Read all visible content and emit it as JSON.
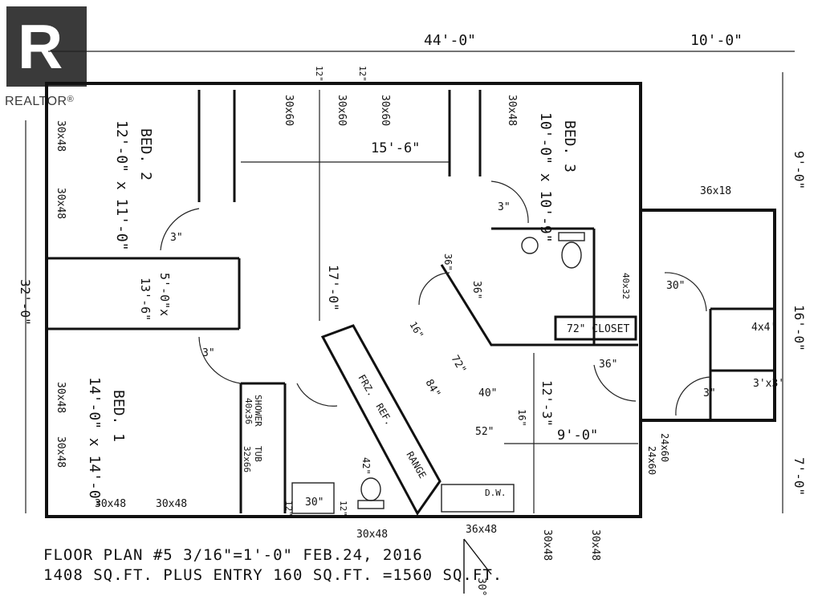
{
  "logo": {
    "text": "REALTOR",
    "mark": "R",
    "registered": "®"
  },
  "dims": {
    "top_width": "44'-0\"",
    "top_right_width": "10'-0\"",
    "right_seg1": "9'-0\"",
    "right_seg2": "16'-0\"",
    "right_seg3": "7'-0\"",
    "left_height": "32'-0\"",
    "hall_width": "15'-6\"",
    "hall_height": "17'-0\"",
    "kitchen_height": "12'-3\"",
    "kitchen_width": "9'-0\""
  },
  "rooms": {
    "bed2": {
      "name": "BED. 2",
      "size": "12'-0\" x 11'-0\""
    },
    "bed3": {
      "name": "BED. 3",
      "size": "10'-0\" x 10'-9\""
    },
    "bed1": {
      "name": "BED. 1",
      "size": "14'-0\" x 14'-0\""
    },
    "closet_a": "5'-0\"x",
    "closet_b": "13'-6\""
  },
  "windows": {
    "w_top1": "30x60",
    "w_top2": "30x60",
    "w_top3": "30x60",
    "w_top4": "30x48",
    "w_left1": "30x48",
    "w_left2": "30x48",
    "w_left3": "30x48",
    "w_left4": "30x48",
    "w_bot1": "30x48",
    "w_bot2": "30x48",
    "w_bot3": "30x48",
    "w_bot4": "36x48",
    "w_bot5": "30x48",
    "w_bot6": "30x48",
    "w_entry": "36x18",
    "w_door1": "24x60",
    "w_door2": "24x60",
    "t1": "12\"",
    "t2": "12\"",
    "t3": "12\"",
    "t4": "12\""
  },
  "doors": {
    "d1": "3\"",
    "d2": "3\"",
    "d3": "3\"",
    "d4": "36\"",
    "d5": "30\"",
    "d6": "3\"",
    "d7": "36\"",
    "d8": "30\""
  },
  "fixtures": {
    "shower": "SHOWER",
    "shower_size": "40x36",
    "tub": "TUB",
    "tub_size": "32x66",
    "stall": "40x32",
    "closet72": "72\" CLOSET",
    "c44": "4x4'",
    "c33": "3'x3'",
    "frz": "FRZ.",
    "ref": "REF.",
    "range": "RANGE",
    "dw": "D.W.",
    "dim72": "72\"",
    "dim84": "84\"",
    "dim40": "40\"",
    "dim52": "52\"",
    "dim16a": "16\"",
    "dim16b": "16\"",
    "dim42": "42\"",
    "dim36": "36\""
  },
  "title": {
    "line1": "FLOOR PLAN #5   3/16\"=1'-0\"        FEB.24, 2016",
    "line2": "1408 SQ.FT. PLUS ENTRY 160 SQ.FT. =1560 SQ.FT."
  },
  "north": "30°"
}
